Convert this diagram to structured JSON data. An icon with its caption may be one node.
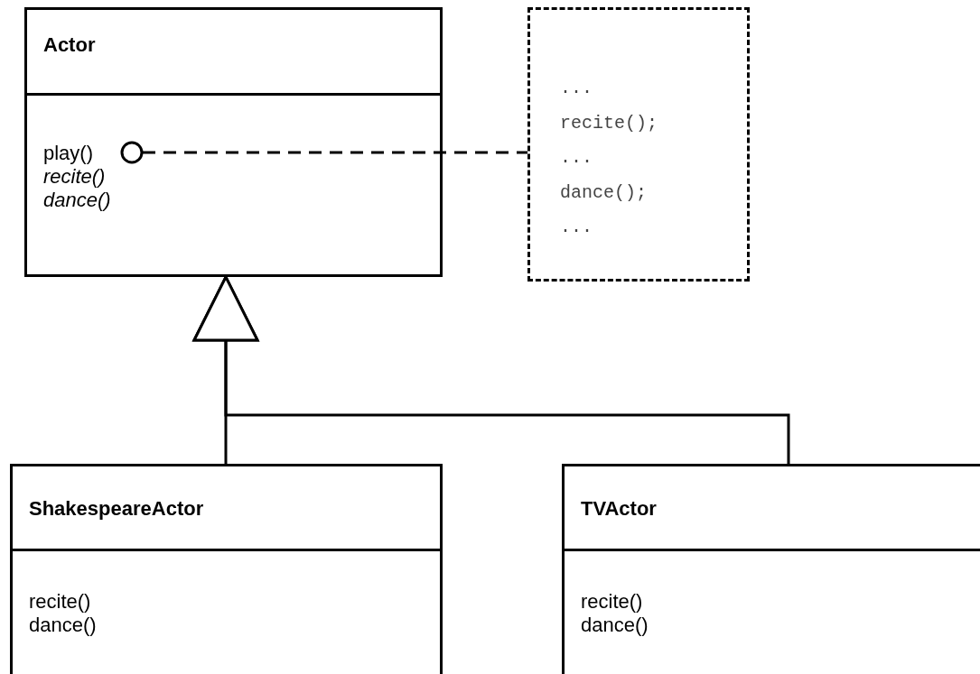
{
  "diagram": {
    "nodes": [
      {
        "text": [
          "Actor",
          "play()",
          "*recite()*",
          "*dance()*"
        ]
      },
      {
        "text": [
          "... recite(); ... dance(); ..."
        ]
      },
      {
        "text": [
          "ShakespeareActor",
          "recite()",
          "dance()"
        ]
      },
      {
        "text": [
          "TVActor",
          "recite()",
          "dance()"
        ]
      }
    ],
    "edges": [
      {
        "from": 0,
        "to": 1,
        "arrow": "other",
        "style": "dashed"
      },
      {
        "from": 2,
        "to": 0,
        "arrow": "to"
      },
      {
        "from": 3,
        "to": 0,
        "arrow": "to"
      }
    ]
  }
}
